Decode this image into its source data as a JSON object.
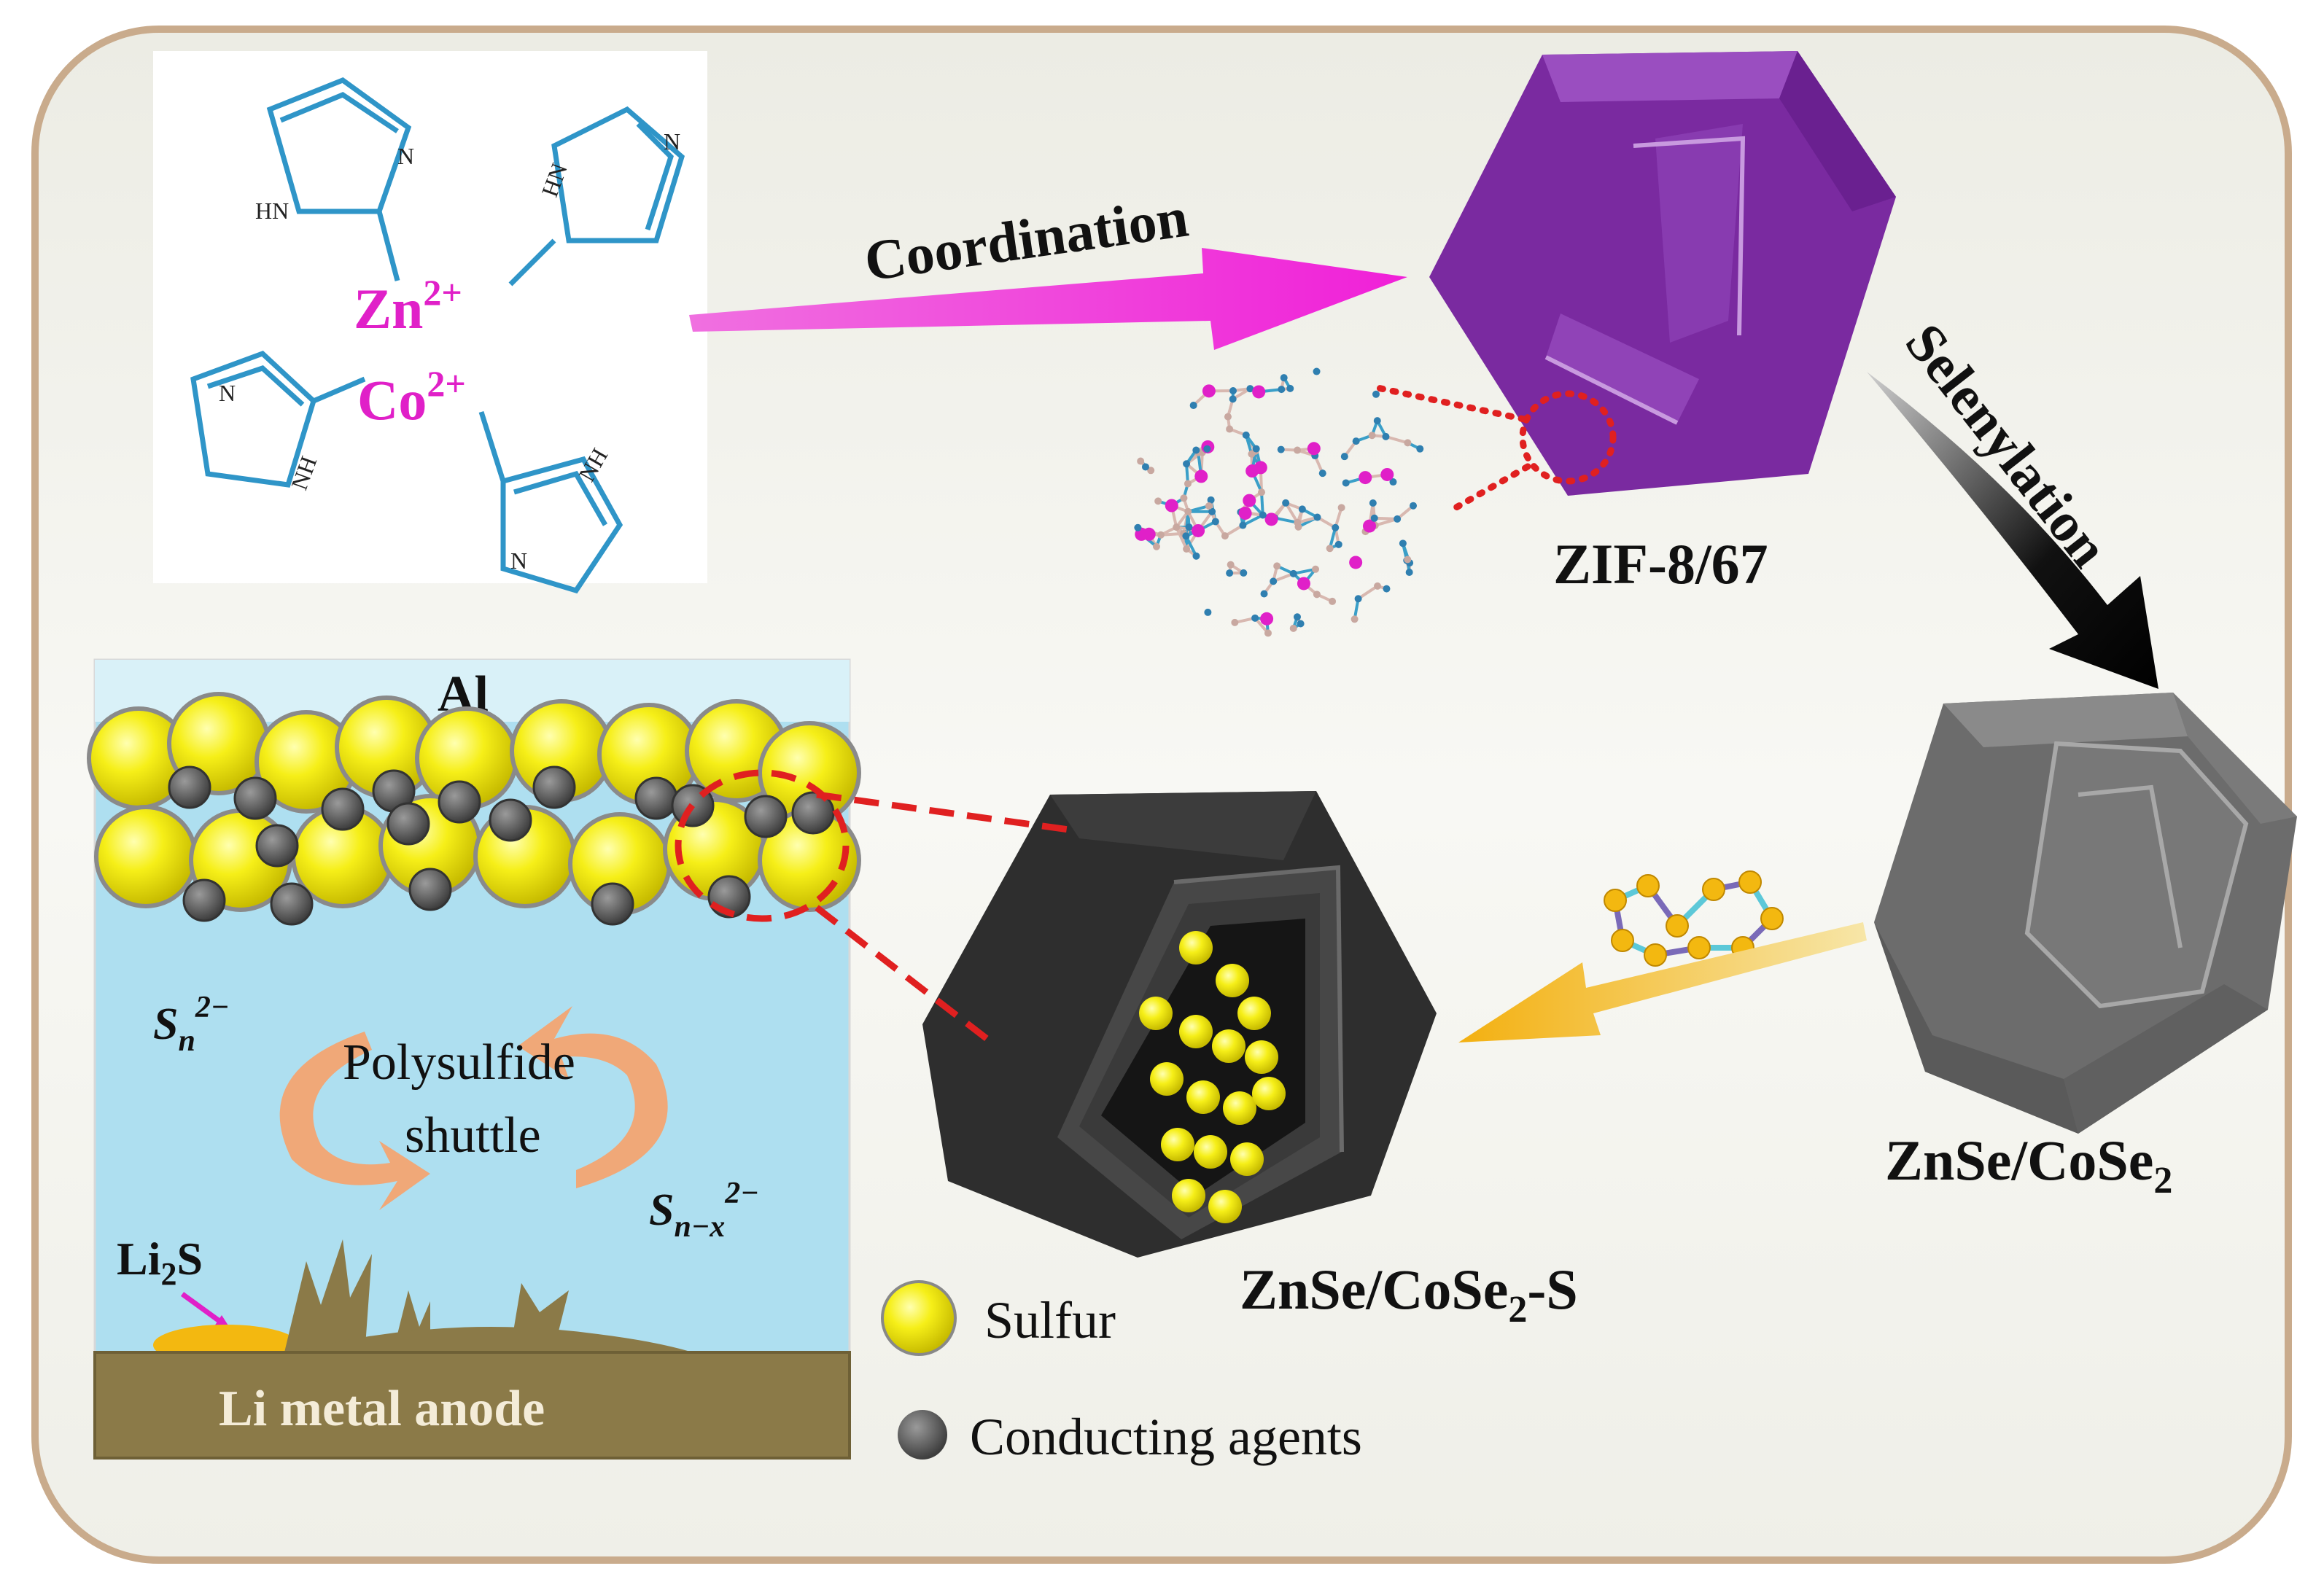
{
  "colors": {
    "frame_stroke": "#c9ab8c",
    "frame_fill": "#f2f2ee",
    "ligand_blue": "#2f95c8",
    "metal_magenta": "#e020c8",
    "zif_purple": "#7a2aa0",
    "coordination_arrow": "#f020d8",
    "selenylation_arrow": "#000000",
    "znse_gray": "#6c6c6c",
    "composite_black": "#2e2e2e",
    "sulfur_yellow": "#f3ec10",
    "conducting_gray": "#5c5c5c",
    "electrolyte_blue": "#aedff0",
    "al_layer": "#d9f1f8",
    "anode_brown": "#8b7a48",
    "load_arrow": "#f3b810",
    "shuttle_arrow": "#f0a878",
    "red_dash": "#e02020"
  },
  "precursor": {
    "zn_label": "Zn",
    "zn_charge": "2+",
    "co_label": "Co",
    "co_charge": "2+",
    "nh_label": "HN",
    "n_label": "N",
    "nh_label_r": "NH"
  },
  "steps": {
    "coordination": "Coordination",
    "selenylation": "Selenylation"
  },
  "materials": {
    "zif": "ZIF-8/67",
    "znse_main": "ZnSe/CoSe",
    "znse_sub": "2",
    "composite_main": "ZnSe/CoSe",
    "composite_sub": "2",
    "composite_suffix": "-S"
  },
  "battery": {
    "al_label": "Al",
    "shuttle_line1": "Polysulfide",
    "shuttle_line2": "shuttle",
    "sn_base": "S",
    "sn_sub": "n",
    "sn_sup": "2−",
    "snx_base": "S",
    "snx_sub": "n−x",
    "snx_sup": "2−",
    "li2s_pre": "Li",
    "li2s_sub": "2",
    "li2s_post": "S",
    "anode_label": "Li metal anode"
  },
  "legend": {
    "sulfur": "Sulfur",
    "conducting": "Conducting agents"
  }
}
